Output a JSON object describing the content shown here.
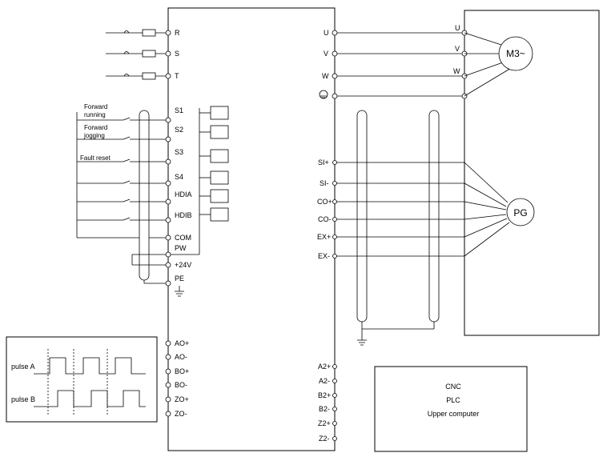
{
  "inverter": {
    "power_inputs": [
      "R",
      "S",
      "T"
    ],
    "digital_inputs": [
      "S1",
      "S2",
      "S3",
      "S4",
      "HDIA",
      "HDIB"
    ],
    "common_terminals": [
      "COM",
      "PW",
      "+24V",
      "PE"
    ],
    "analog_outputs": [
      "AO+",
      "AO-",
      "BO+",
      "BO-",
      "ZO+",
      "ZO-"
    ],
    "motor_outputs": [
      "U",
      "V",
      "W"
    ],
    "encoder_terminals": [
      "SI+",
      "SI-",
      "CO+",
      "CO-",
      "EX+",
      "EX-"
    ],
    "serial_terminals": [
      "A2+",
      "A2-",
      "B2+",
      "B2-",
      "Z2+",
      "Z2-"
    ]
  },
  "motor": {
    "label": "M3~",
    "terminals": [
      "U",
      "V",
      "W"
    ],
    "encoder_label": "PG"
  },
  "input_functions": [
    "Forward running",
    "Forward jogging",
    "Fault reset"
  ],
  "host_box": {
    "lines": [
      "CNC",
      "PLC",
      "Upper computer"
    ]
  },
  "pulse_box": {
    "channel_a": "pulse A",
    "channel_b": "pulse B"
  },
  "icons": {
    "ground": "ground-icon",
    "fuse": "fuse-icon",
    "resistor": "resistor-icon",
    "switch": "switch-icon",
    "optocoupler": "optocoupler-icon",
    "shield": "shield-icon"
  }
}
